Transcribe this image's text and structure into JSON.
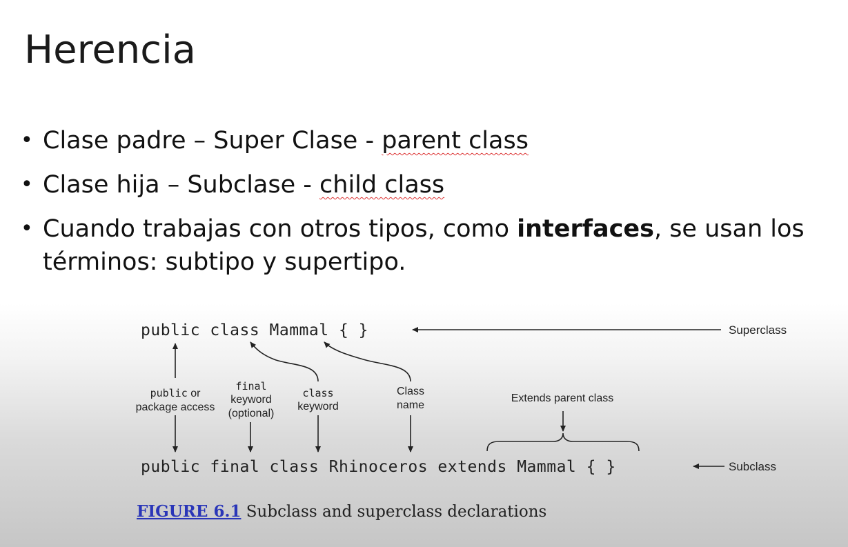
{
  "slide": {
    "title": "Herencia",
    "bullets": [
      {
        "a": "Clase padre –  Super Clase - ",
        "b": "parent class"
      },
      {
        "a": "Clase hija – Subclase - ",
        "b": "child class"
      },
      {
        "a": "Cuando trabajas con otros tipos, como ",
        "b": "interfaces",
        "c": ", se usan los términos: subtipo y supertipo."
      }
    ]
  },
  "figure": {
    "super_code": "public class Mammal { }",
    "sub_code": "public final class Rhinoceros extends Mammal { }",
    "superclass_label": "Superclass",
    "subclass_label": "Subclass",
    "label_public_mono": "public",
    "label_public_rest": " or",
    "label_public_line2": "package access",
    "label_final_mono": "final",
    "label_final_line2": "keyword",
    "label_final_line3": "(optional)",
    "label_class_mono": "class",
    "label_class_line2": "keyword",
    "label_classname_line1": "Class",
    "label_classname_line2": "name",
    "label_extends": "Extends parent class",
    "caption_fig": "FIGURE 6.1",
    "caption_text": " Subclass and superclass declarations"
  }
}
